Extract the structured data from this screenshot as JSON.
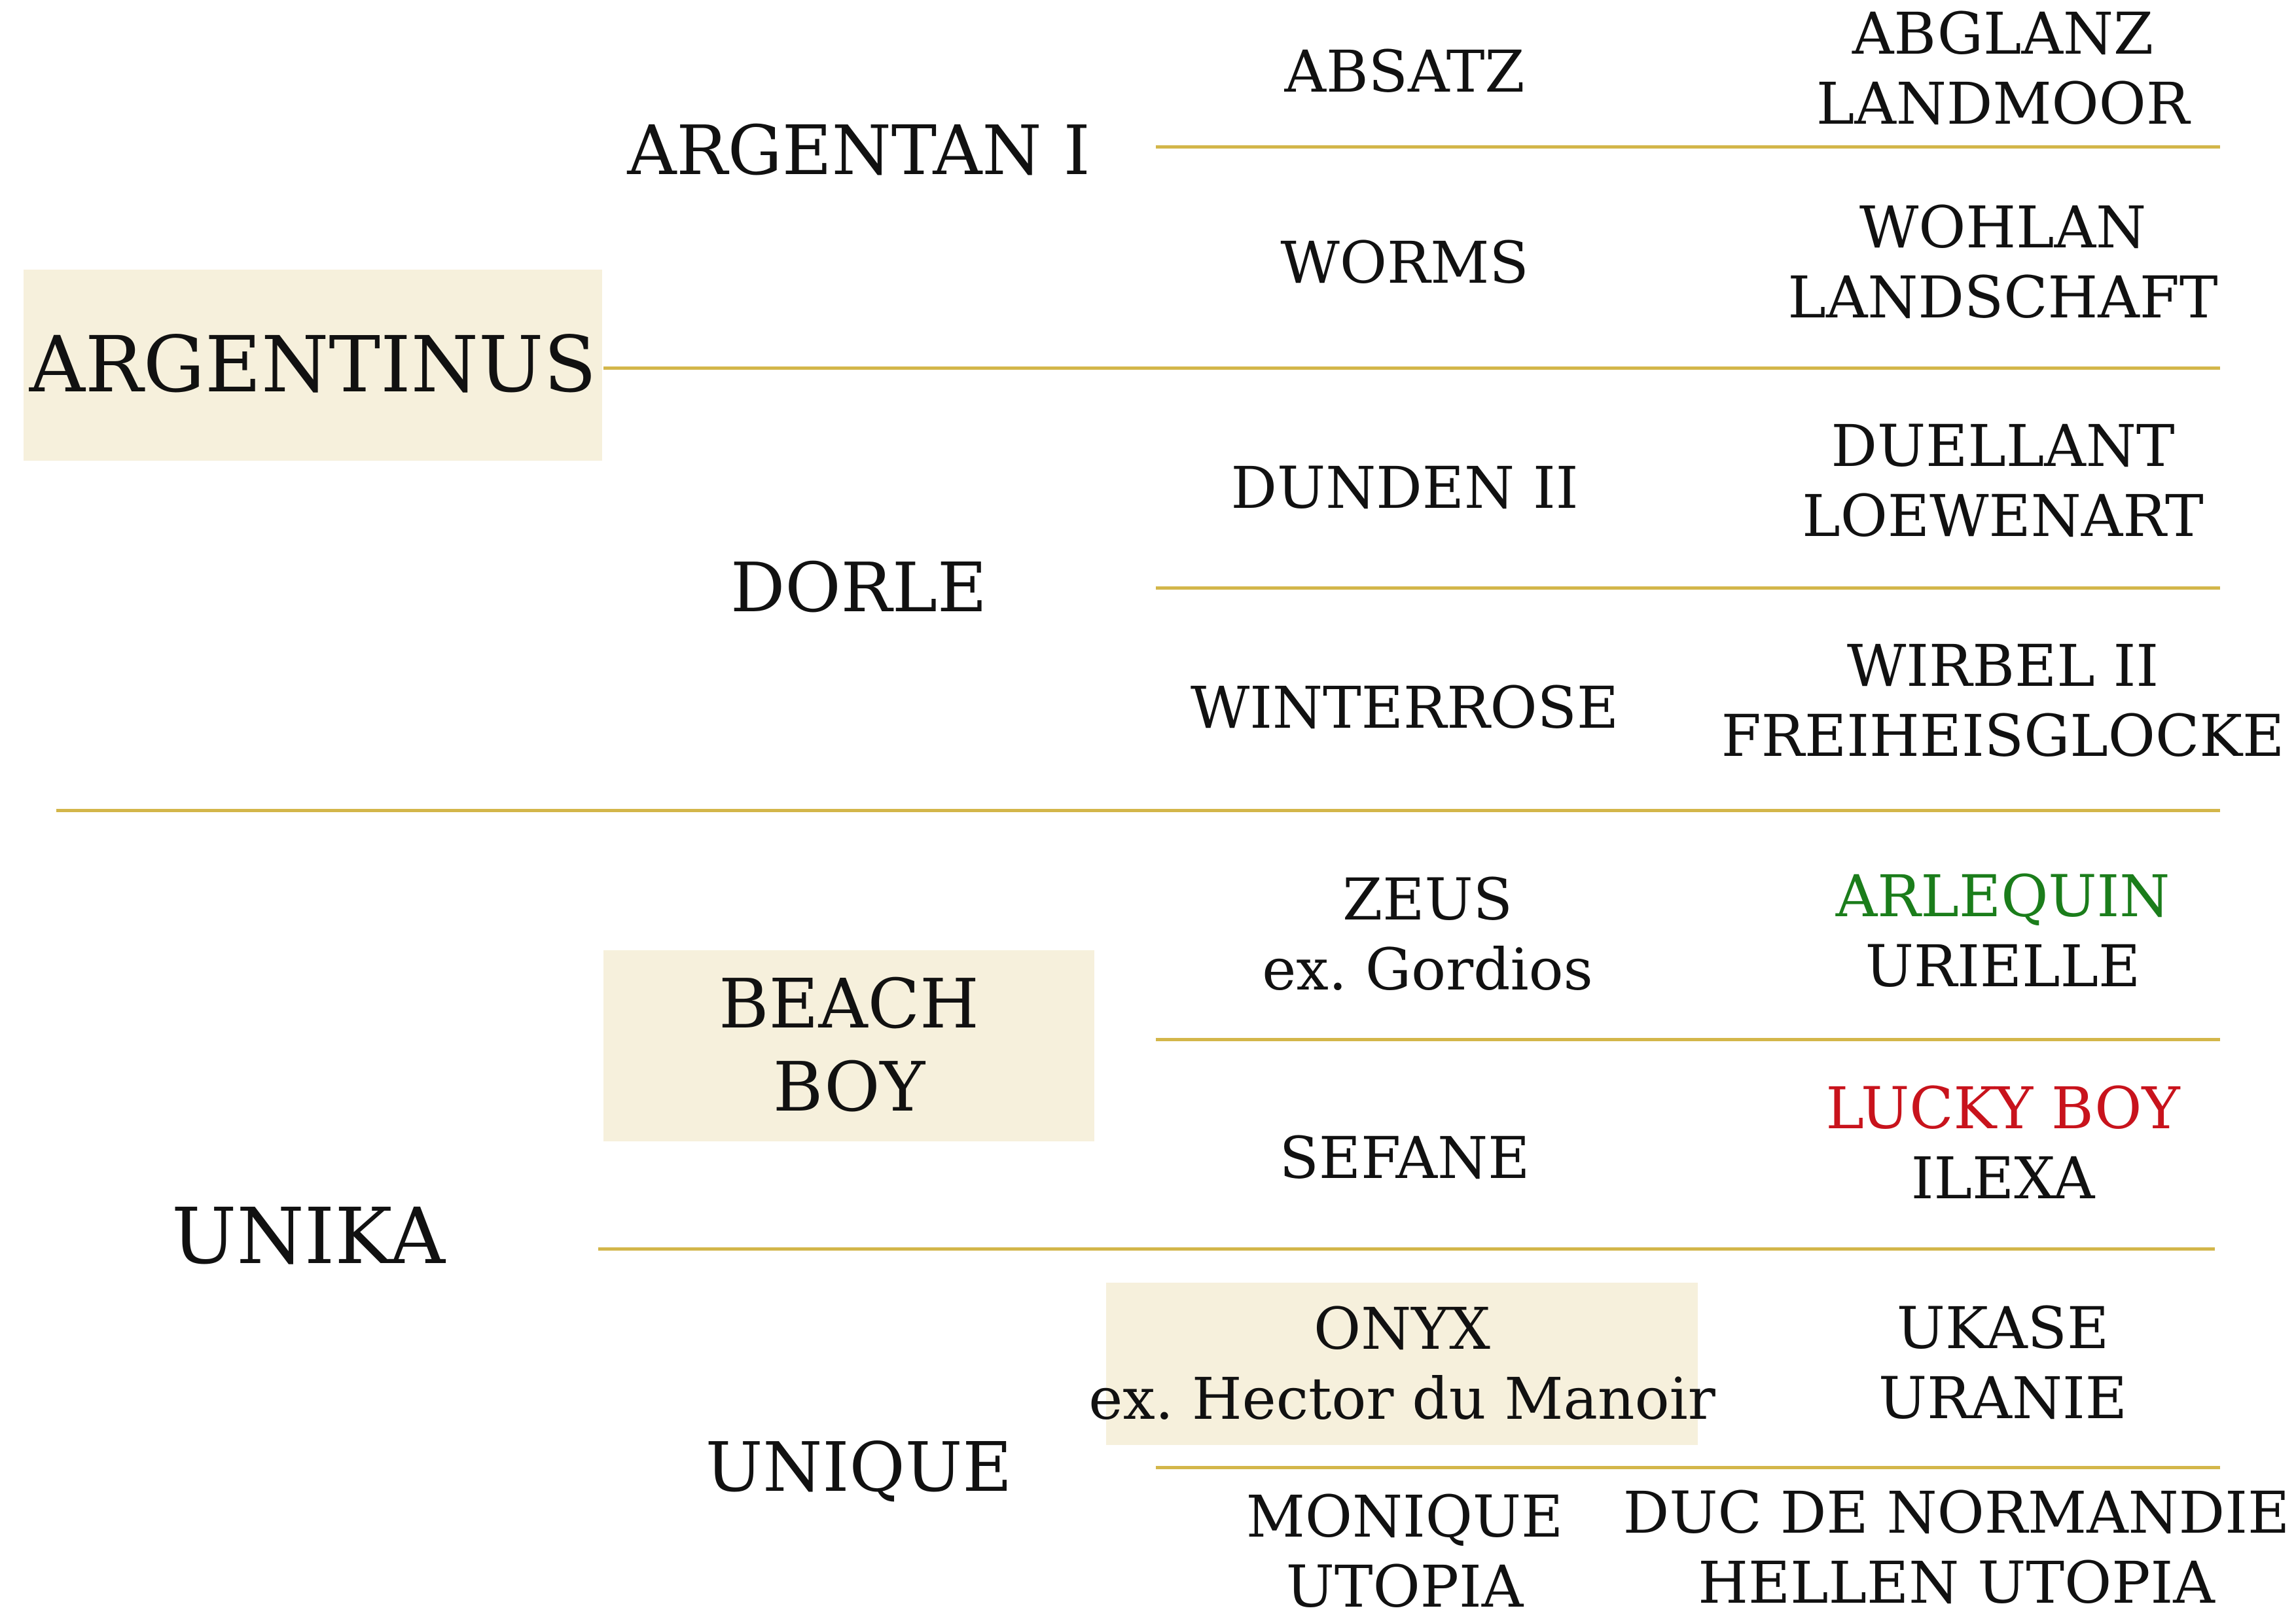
{
  "colors": {
    "line": "#d3b64a",
    "highlight_box": "#f6f0dc",
    "text": "#111111",
    "green_name": "#1b7d1b",
    "red_name": "#c8131c"
  },
  "pedigree": {
    "sire": {
      "name": "ARGENTINUS",
      "sire": {
        "name": "ARGENTAN I",
        "sire": {
          "name": "ABSATZ",
          "parents": [
            "ABGLANZ",
            "LANDMOOR"
          ]
        },
        "dam": {
          "name": "WORMS",
          "parents": [
            "WOHLAN",
            "LANDSCHAFT"
          ]
        }
      },
      "dam": {
        "name": "DORLE",
        "sire": {
          "name": "DUNDEN II",
          "parents": [
            "DUELLANT",
            "LOEWENART"
          ]
        },
        "dam": {
          "name": "WINTERROSE",
          "parents": [
            "WIRBEL II",
            "FREIHEISGLOCKE"
          ]
        }
      }
    },
    "dam": {
      "name": "UNIKA",
      "sire": {
        "name_lines": [
          "BEACH",
          "BOY"
        ],
        "sire": {
          "name": "ZEUS",
          "note": "ex. Gordios",
          "parents": [
            "ARLEQUIN",
            "URIELLE"
          ]
        },
        "dam": {
          "name": "SEFANE",
          "parents": [
            "LUCKY BOY",
            "ILEXA"
          ]
        }
      },
      "dam": {
        "name": "UNIQUE",
        "sire": {
          "name": "ONYX",
          "note": "ex. Hector du Manoir",
          "parents": [
            "UKASE",
            "URANIE"
          ]
        },
        "dam": {
          "name_lines": [
            "MONIQUE",
            "UTOPIA"
          ],
          "parents": [
            "DUC DE NORMANDIE",
            "HELLEN UTOPIA"
          ]
        }
      }
    }
  }
}
